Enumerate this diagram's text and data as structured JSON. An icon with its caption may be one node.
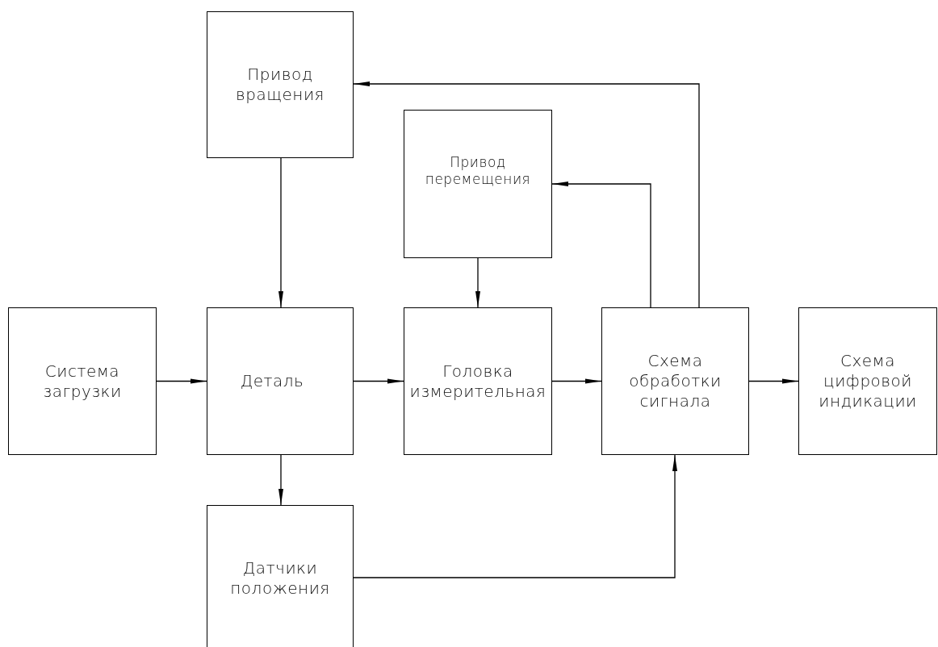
{
  "diagram": {
    "nodes": [
      {
        "text": [
          "Привод вращения"
        ]
      },
      {
        "text": [
          "Привод перемещения"
        ]
      },
      {
        "text": [
          "Система загрузки"
        ]
      },
      {
        "text": [
          "Деталь"
        ]
      },
      {
        "text": [
          "Головка измерительная"
        ]
      },
      {
        "text": [
          "Схема обработки сигнала"
        ]
      },
      {
        "text": [
          "Схема цифровой индикации"
        ]
      },
      {
        "text": [
          "Датчики положения"
        ]
      }
    ],
    "edges": [
      {
        "from": 0,
        "to": 3,
        "arrow": "to"
      },
      {
        "from": 1,
        "to": 4,
        "arrow": "to"
      },
      {
        "from": 2,
        "to": 3,
        "arrow": "to"
      },
      {
        "from": 3,
        "to": 4,
        "arrow": "to"
      },
      {
        "from": 4,
        "to": 5,
        "arrow": "to"
      },
      {
        "from": 5,
        "to": 6,
        "arrow": "to"
      },
      {
        "from": 3,
        "to": 7,
        "arrow": "to"
      },
      {
        "from": 7,
        "to": 5,
        "arrow": "to"
      },
      {
        "from": 5,
        "to": 1,
        "arrow": "to"
      },
      {
        "from": 5,
        "to": 0,
        "arrow": "to"
      }
    ]
  }
}
